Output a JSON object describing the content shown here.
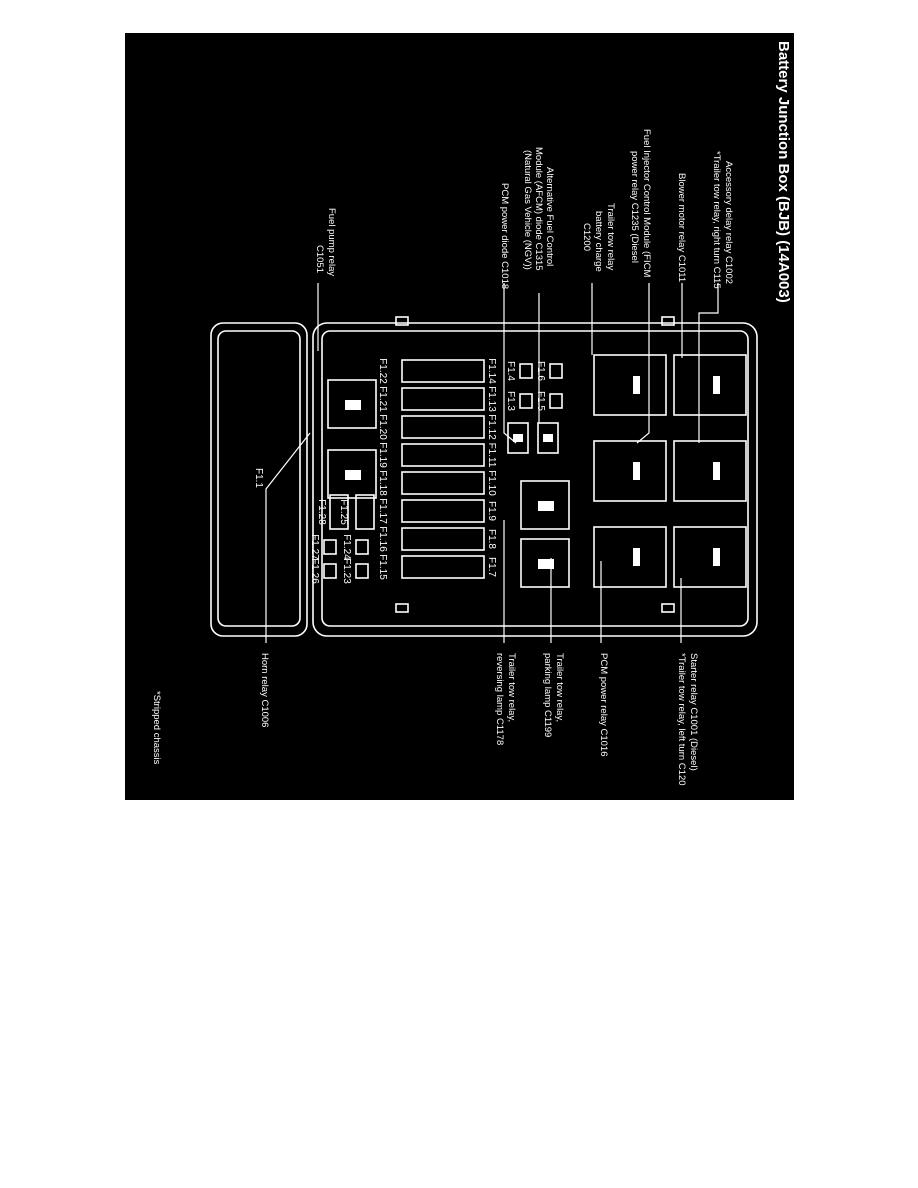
{
  "title": "Battery Junction Box (BJB) (14A003)",
  "footnote": "*Stripped chassis",
  "colors": {
    "background": "#000000",
    "foreground": "#ffffff",
    "page": "#ffffff"
  },
  "relay_labels": {
    "accessory_delay": [
      "Accessory delay relay C1002",
      "*Trailer tow relay, right turn C115"
    ],
    "blower_motor": [
      "Blower motor relay C1011"
    ],
    "ficm_power": [
      "Fuel Injector Control Module (FICM",
      "power relay C1235 (Diesel"
    ],
    "trailer_battery_charge": [
      "Trailer tow relay",
      "battery charge",
      "C1200"
    ],
    "afcm_diode": [
      "Alternative Fuel Control",
      "Module (AFCM) diode C1315",
      "(Natural Gas Vehicle (NGV))"
    ],
    "pcm_diode": [
      "PCM power diode C1018"
    ],
    "fuel_pump": [
      "Fuel pump relay",
      "C1051"
    ],
    "starter": [
      "Starter relay C1001 (Diesel)",
      "*Trailer tow relay, left turn C120"
    ],
    "pcm_power": [
      "PCM power relay C1016"
    ],
    "trailer_parking": [
      "Trailer tow relay,",
      "parking lamp C1199"
    ],
    "trailer_reversing": [
      "Trailer tow relay,",
      "reversing lamp C1178"
    ],
    "horn": [
      "Horn relay C1006"
    ]
  },
  "fuses": {
    "large": "F1.1",
    "f1_3": "F1.3",
    "f1_4": "F1.4",
    "f1_5": "F1.5",
    "f1_6": "F1.6",
    "f1_7": "F1.7",
    "f1_8": "F1.8",
    "f1_9": "F1.9",
    "f1_10": "F1.10",
    "f1_11": "F1.11",
    "f1_12": "F1.12",
    "f1_13": "F1.13",
    "f1_14": "F1.14",
    "f1_15": "F1.15",
    "f1_16": "F1.16",
    "f1_17": "F1.17",
    "f1_18": "F1.18",
    "f1_19": "F1.19",
    "f1_20": "F1.20",
    "f1_21": "F1.21",
    "f1_22": "F1.22",
    "f1_23": "F1.23",
    "f1_24": "F1.24",
    "f1_25": "F1.25",
    "f1_26": "F1.26",
    "f1_27": "F1.27",
    "f1_28": "F1.28"
  }
}
